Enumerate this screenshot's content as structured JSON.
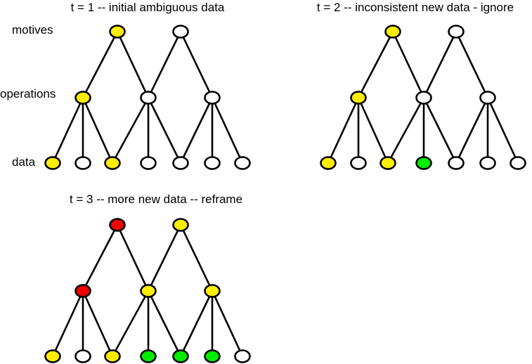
{
  "colors": {
    "yellow": "#ffee00",
    "white": "#ffffff",
    "green": "#00ee00",
    "red": "#ee0000",
    "stroke": "#000000"
  },
  "level_labels": {
    "motives": "motives",
    "operations": "operations",
    "data": "data"
  },
  "panels": [
    {
      "id": "t1",
      "title": "t = 1 -- initial ambiguous data",
      "motives": [
        "yellow",
        "white"
      ],
      "operations": [
        "yellow",
        "white",
        "white"
      ],
      "data": [
        "yellow",
        "white",
        "yellow",
        "white",
        "white",
        "white",
        "white"
      ]
    },
    {
      "id": "t2",
      "title": "t = 2 -- inconsistent new data - ignore",
      "motives": [
        "yellow",
        "white"
      ],
      "operations": [
        "yellow",
        "white",
        "white"
      ],
      "data": [
        "yellow",
        "white",
        "yellow",
        "green",
        "white",
        "white",
        "white"
      ]
    },
    {
      "id": "t3",
      "title": "t = 3 -- more new data -- reframe",
      "motives": [
        "red",
        "yellow"
      ],
      "operations": [
        "red",
        "yellow",
        "yellow"
      ],
      "data": [
        "yellow",
        "white",
        "yellow",
        "green",
        "green",
        "green",
        "white"
      ]
    }
  ]
}
